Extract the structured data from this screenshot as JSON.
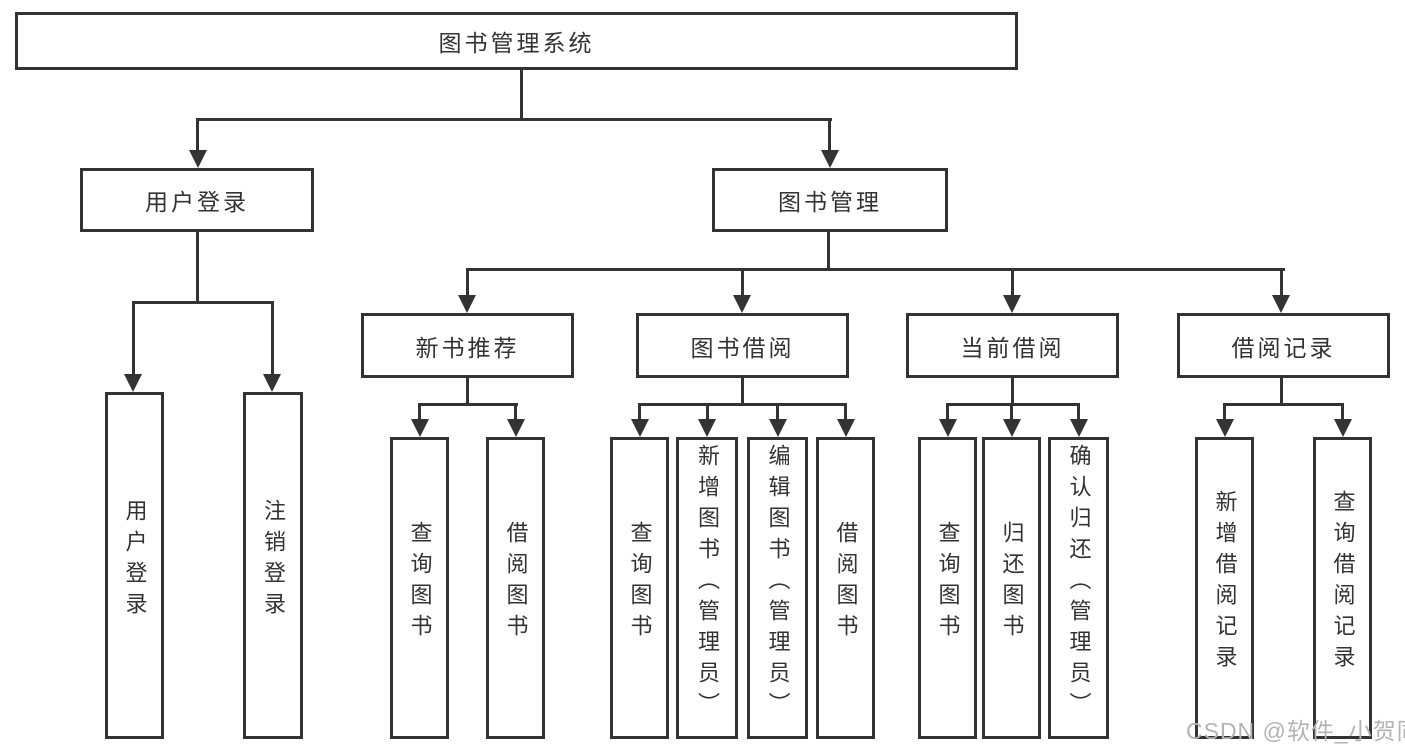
{
  "diagram": {
    "root": {
      "label": "图书管理系统"
    },
    "branches": [
      {
        "label": "用户登录",
        "children": [
          {
            "label": "用户登录"
          },
          {
            "label": "注销登录"
          }
        ]
      },
      {
        "label": "图书管理",
        "children": [
          {
            "label": "新书推荐",
            "children": [
              {
                "label": "查询图书"
              },
              {
                "label": "借阅图书"
              }
            ]
          },
          {
            "label": "图书借阅",
            "children": [
              {
                "label": "查询图书"
              },
              {
                "label": "新增图书（管理员）"
              },
              {
                "label": "编辑图书（管理员）"
              },
              {
                "label": "借阅图书"
              }
            ]
          },
          {
            "label": "当前借阅",
            "children": [
              {
                "label": "查询图书"
              },
              {
                "label": "归还图书"
              },
              {
                "label": "确认归还（管理员）"
              }
            ]
          },
          {
            "label": "借阅记录",
            "children": [
              {
                "label": "新增借阅记录"
              },
              {
                "label": "查询借阅记录"
              }
            ]
          }
        ]
      }
    ],
    "watermark": "CSDN @软件_小贺同学",
    "colors": {
      "line": "#333333",
      "background": "#ffffff",
      "watermark": "#b3b3b3"
    }
  }
}
